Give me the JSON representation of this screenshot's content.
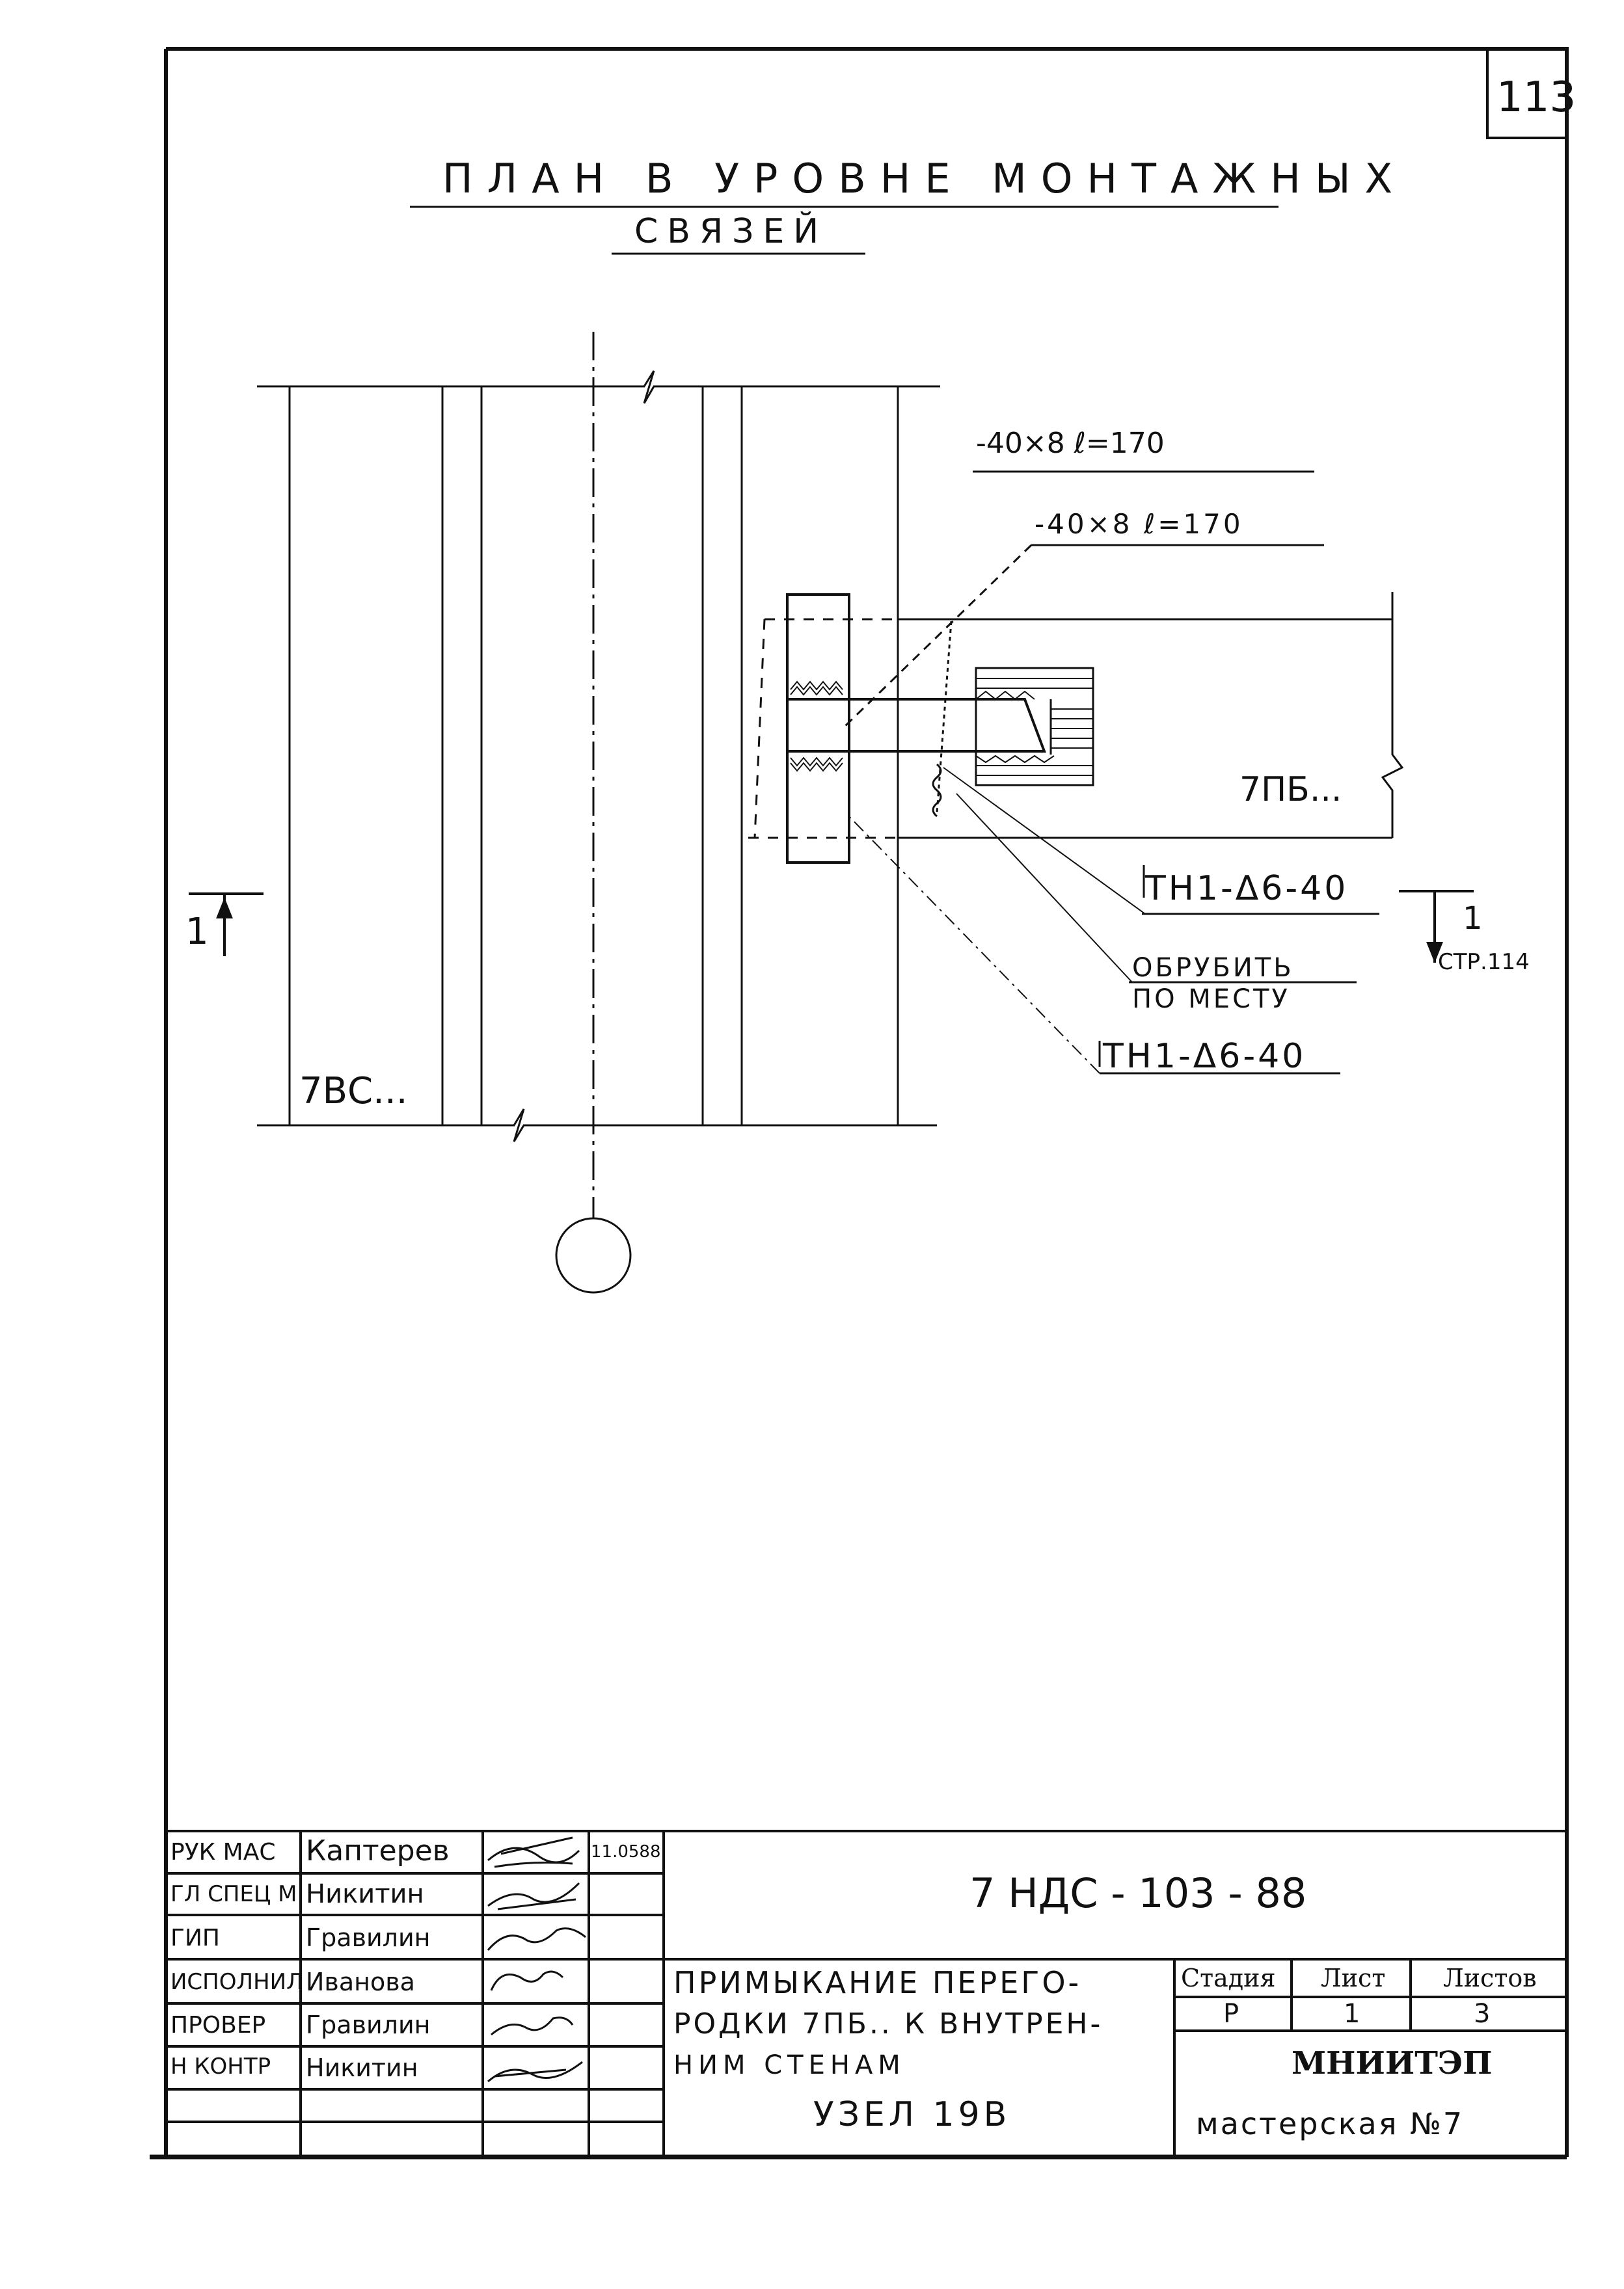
{
  "page_number": "113",
  "drawing": {
    "title_line1": "ПЛАН В УРОВНЕ МОНТАЖНЫХ",
    "title_line2": "СВЯЗЕЙ",
    "callouts": {
      "plate_upper": "-40×8   ℓ=170",
      "plate_lower": "-40×8 ℓ=170",
      "partition": "7ПБ...",
      "weld_upper": "ТН1-Δ6-40",
      "cut_line1": "ОБРУБИТЬ",
      "cut_line2": "ПО МЕСТУ",
      "weld_lower": "ТН1-Δ6-40",
      "wall": "7ВС..."
    },
    "section_left": "1",
    "section_right_num": "1",
    "section_right_ref": "СТР.114"
  },
  "title_block": {
    "roles": [
      "РУК МАС",
      "ГЛ СПЕЦ М",
      "ГИП",
      "ИСПОЛНИЛ",
      "ПРОВЕР",
      "Н КОНТР"
    ],
    "names": [
      "Каптерев",
      "Никитин",
      "Гравилин",
      "Иванова",
      "Гравилин",
      "Никитин"
    ],
    "date": "11.0588",
    "doc_code": "7 НДС - 103 - 88",
    "description_line1": "ПРИМЫКАНИЕ ПЕРЕГО-",
    "description_line2": "РОДКИ 7ПБ.. К ВНУТРЕН-",
    "description_line3": "НИМ СТЕНАМ",
    "node": "УЗЕЛ 19В",
    "stage_header": "Стадия",
    "sheet_header": "Лист",
    "sheets_header": "Листов",
    "stage": "Р",
    "sheet": "1",
    "sheets": "3",
    "organization": "МНИИТЭП",
    "workshop": "мастерская №7"
  }
}
